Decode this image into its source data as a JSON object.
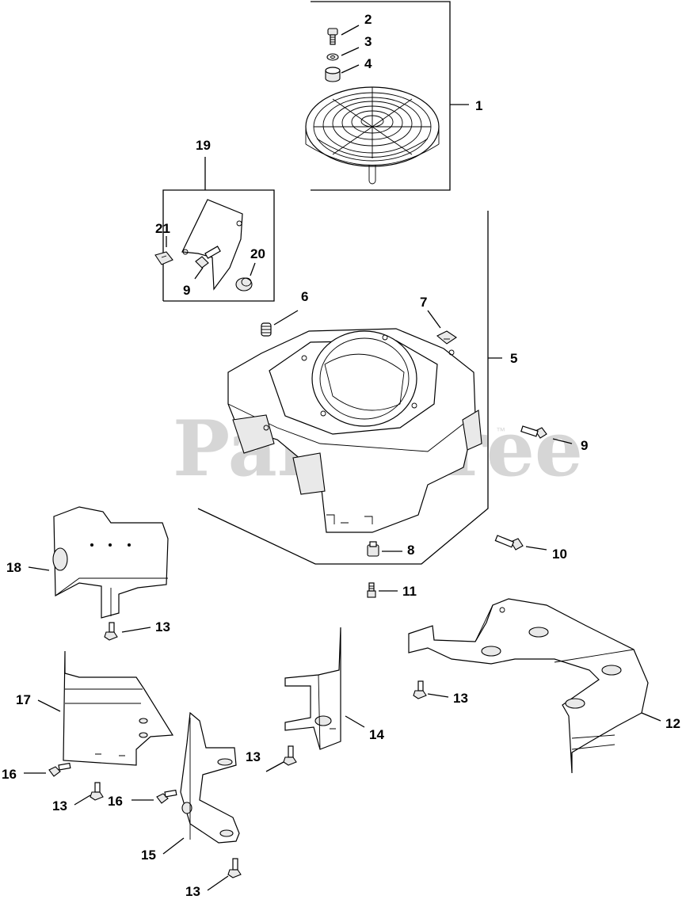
{
  "watermark": {
    "text": "PartsTree",
    "trademark": "™"
  },
  "callouts": [
    {
      "id": "c1",
      "label": "1"
    },
    {
      "id": "c2",
      "label": "2"
    },
    {
      "id": "c3",
      "label": "3"
    },
    {
      "id": "c4",
      "label": "4"
    },
    {
      "id": "c5",
      "label": "5"
    },
    {
      "id": "c6",
      "label": "6"
    },
    {
      "id": "c7",
      "label": "7"
    },
    {
      "id": "c8",
      "label": "8"
    },
    {
      "id": "c9a",
      "label": "9"
    },
    {
      "id": "c9b",
      "label": "9"
    },
    {
      "id": "c10",
      "label": "10"
    },
    {
      "id": "c11",
      "label": "11"
    },
    {
      "id": "c12",
      "label": "12"
    },
    {
      "id": "c13a",
      "label": "13"
    },
    {
      "id": "c13b",
      "label": "13"
    },
    {
      "id": "c13c",
      "label": "13"
    },
    {
      "id": "c13d",
      "label": "13"
    },
    {
      "id": "c13e",
      "label": "13"
    },
    {
      "id": "c14",
      "label": "14"
    },
    {
      "id": "c15",
      "label": "15"
    },
    {
      "id": "c16a",
      "label": "16"
    },
    {
      "id": "c16b",
      "label": "16"
    },
    {
      "id": "c17",
      "label": "17"
    },
    {
      "id": "c18",
      "label": "18"
    },
    {
      "id": "c19",
      "label": "19"
    },
    {
      "id": "c20",
      "label": "20"
    },
    {
      "id": "c21",
      "label": "21"
    }
  ]
}
